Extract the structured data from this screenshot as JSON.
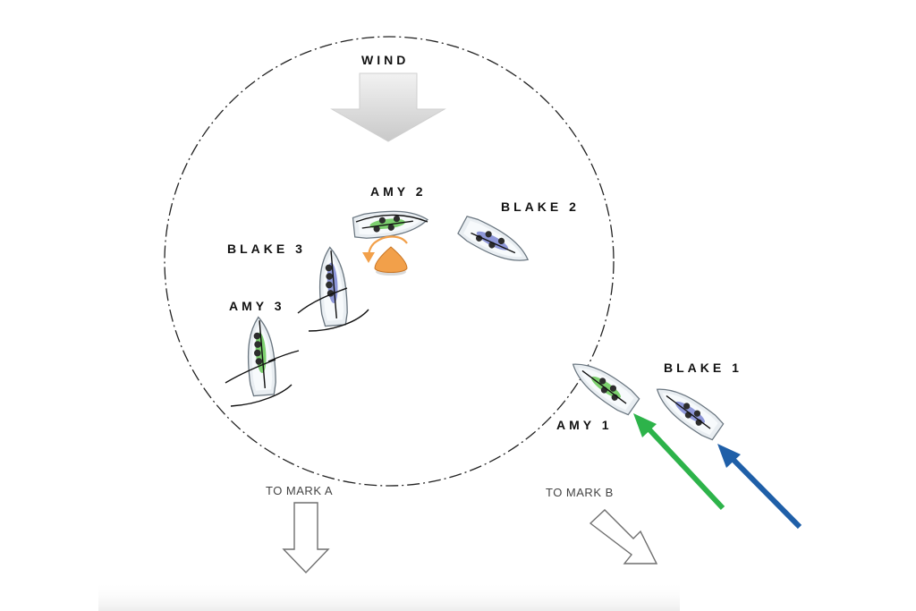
{
  "labels": {
    "wind": "WIND",
    "amy_2": "AMY 2",
    "blake_2": "BLAKE 2",
    "blake_3": "BLAKE 3",
    "amy_3": "AMY 3",
    "blake_1": "BLAKE 1",
    "amy_1": "AMY 1",
    "to_mark_a": "TO MARK A",
    "to_mark_b": "TO MARK B"
  },
  "colors": {
    "amy_hull": "#7ccf6e",
    "blake_hull": "#8e97d8",
    "mark": "#f2a04a",
    "amy_track": "#2db34a",
    "blake_track": "#1f5fa8",
    "wind_arrow": "#d0d0d0",
    "rotation_arrow": "#f2a04a"
  },
  "icons": {
    "wind": "wind-arrow-icon",
    "mark": "race-mark-icon",
    "rotation": "rotation-arrow-icon",
    "to_mark_a": "down-arrow-icon",
    "to_mark_b": "down-right-arrow-icon"
  }
}
